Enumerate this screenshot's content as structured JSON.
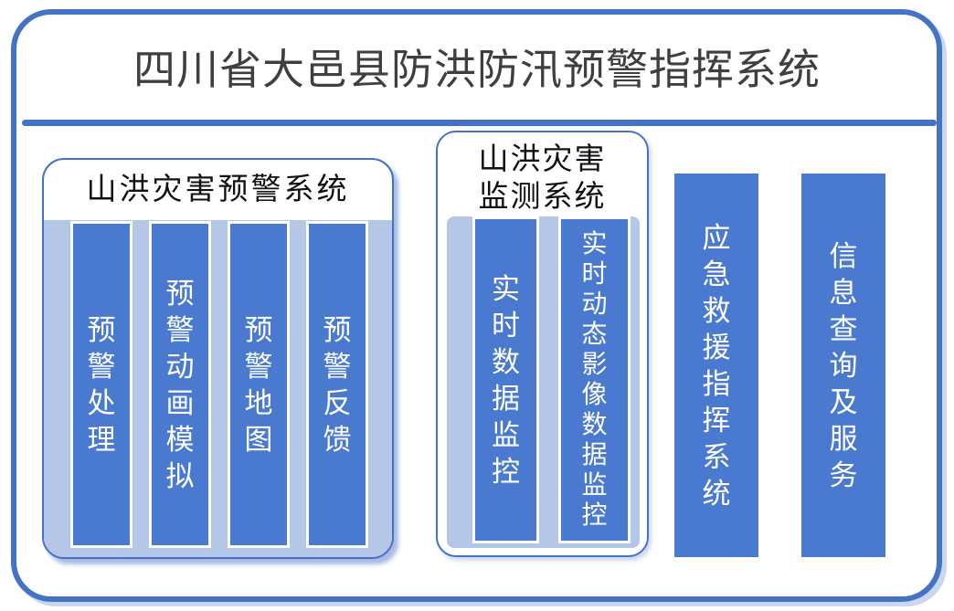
{
  "title": "四川省大邑县防洪防汛预警指挥系统",
  "colors": {
    "accent_border": "#4472c4",
    "bar_fill": "#4a7ad0",
    "panel_fill": "#b4c7e7",
    "title_text": "#3f3f3f",
    "header_text": "#111111",
    "bar_text": "#ffffff"
  },
  "groups": {
    "warning_system": {
      "title": "山洪灾害预警系统",
      "bars": [
        "预警处理",
        "预警动画模拟",
        "预警地图",
        "预警反馈"
      ]
    },
    "monitoring_system": {
      "title_lines": [
        "山洪灾害",
        "监测系统"
      ],
      "bars": [
        "实时数据监控",
        "实时动态影像数据监控"
      ]
    }
  },
  "standalone_bars": [
    "应急救援指挥系统",
    "信息查询及服务"
  ]
}
